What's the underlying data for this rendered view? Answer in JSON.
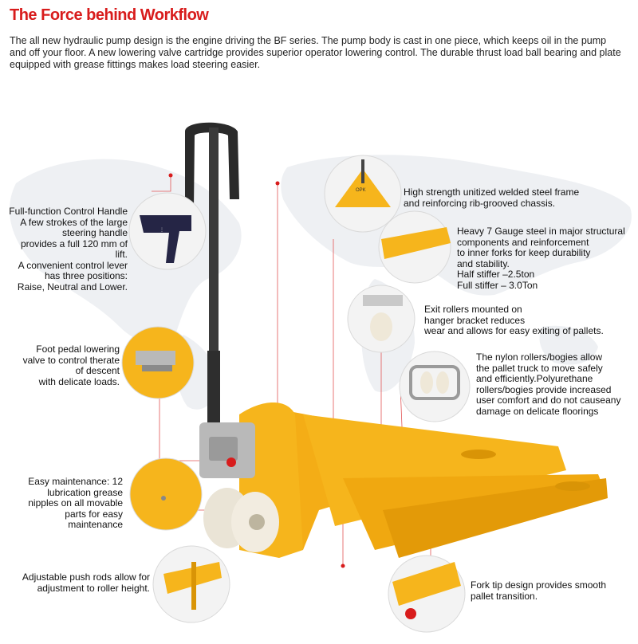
{
  "header": {
    "title": "The Force behind Workflow",
    "intro": "The all new hydraulic pump design is the engine driving the BF series. The pump body is cast in one piece, which keeps oil in the pump and off your floor. A new lowering valve cartridge provides superior operator lowering control. The durable thrust load ball bearing and plate equipped with grease fittings makes load steering easier."
  },
  "colors": {
    "title_red": "#d81c1c",
    "fork_yellow": "#f6b21a",
    "handle_black": "#2a2a2a",
    "accent_red": "#d81c1c"
  },
  "plate_label": "OPK",
  "features": {
    "control_handle": "Full-function Control Handle\nA few strokes of the large\nsteering handle\nprovides a full 120 mm of lift.\nA convenient control lever\nhas three positions:\nRaise, Neutral and Lower.",
    "frame": "High strength unitized welded steel frame\nand reinforcing rib-grooved chassis.",
    "gauge_steel": "Heavy 7 Gauge steel in major structural\ncomponents and reinforcement\nto inner forks for keep durability\nand stability.\nHalf stiffer –2.5ton\nFull stiffer – 3.0Ton",
    "exit_rollers": "Exit rollers mounted on\nhanger bracket reduces\nwear and allows for easy exiting of pallets.",
    "foot_pedal": "Foot pedal lowering\nvalve to control therate\nof descent\nwith delicate loads.",
    "nylon_rollers": "The nylon rollers/bogies allow\nthe pallet truck to move safely\nand efficiently.Polyurethane\nrollers/bogies provide increased\nuser comfort and do not causeany\ndamage on delicate floorings",
    "maintenance": "Easy maintenance: 12\nlubrication grease\nnipples on all movable\nparts for easy\nmaintenance",
    "push_rods": "Adjustable push rods allow for\nadjustment to roller height.",
    "fork_tip": "Fork tip design provides smooth\npallet transition."
  }
}
